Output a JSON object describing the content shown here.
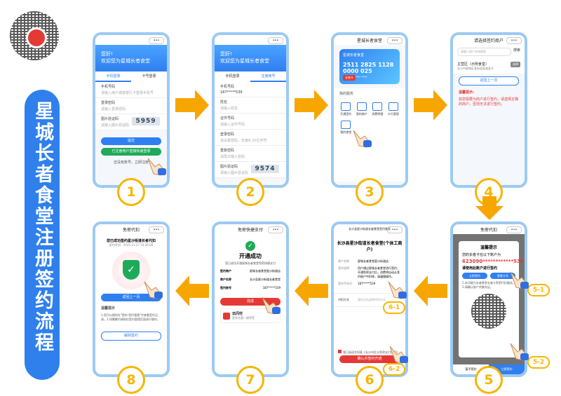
{
  "title": "星城长者食堂注册签约流程",
  "badges": [
    "1",
    "2",
    "3",
    "4",
    "5",
    "6",
    "7",
    "8"
  ],
  "sub_badges": {
    "s51": "5-1",
    "s52": "5-2",
    "s61": "6-1",
    "s62": "6-2"
  },
  "colors": {
    "accent_blue": "#2f80ed",
    "badge_orange": "#f7b500",
    "arrow_orange": "#f7a600",
    "frame": "#9ccaf3"
  },
  "p1": {
    "greet": "您好!",
    "welcome": "欢迎您为星城长者食堂",
    "tab_personal": "手机登录",
    "tab_other": "卡号登录",
    "f_phone": "手机号码",
    "f_phone_ph": "请输入用户或者银行卡登录手机号",
    "f_pwd": "登录密码",
    "f_pwd_ph": "请输入登录密码",
    "f_code": "图片验证码",
    "f_code_ph": "请输入图片验证码",
    "captcha": "5959",
    "btn_submit": "提交",
    "btn_quick": "已注册用户直接快速登录",
    "register": "还没有账号，立即注册"
  },
  "p2": {
    "greet": "您好!",
    "welcome": "欢迎您为星城长者食堂",
    "tab_a": "手机登录",
    "tab_b": "注册账号",
    "f_phone": "手机号码",
    "phone_val": "187*****539",
    "f_name": "姓名",
    "f_name_ph": "请输入姓名",
    "f_id": "证件号码",
    "f_id_ph": "请输入证件号码",
    "f_pwd": "登录密码",
    "f_pwd_ph": "请设置密码，长度8-20位字符",
    "f_pwd2": "重复密码",
    "f_pwd2_ph": "请再次输入密码",
    "f_code": "图片验证码",
    "f_code_ph": "请输入图片验证码",
    "captcha": "9574"
  },
  "p3": {
    "bar_title": "星城长者食堂",
    "card_title": "星城长者食堂",
    "card_number": "2511 2825 1128 0000 025",
    "card_holder": "长者卡号 **** ****",
    "card_tag": "长者卡",
    "section": "我的服务",
    "items": [
      "开通签约",
      "我的商户",
      "消费明细",
      "卡片管理",
      "我的食堂"
    ]
  },
  "p4": {
    "bar_title": "请选择签约商户",
    "search_ph": "请输入商户名称搜索",
    "search_btn": "搜索",
    "merchant": "主营区（示例食堂）",
    "merchant_addr": "长沙市星城区某街道某路某号",
    "merchant_tag": "选择",
    "btn_back": "返回上一页",
    "tip_title": "温馨提示:",
    "tip_body": "如您需要为商户进行签约，请选择正确的商户，否则无法进行签约。"
  },
  "p5": {
    "bar_title": "免密代扣",
    "modal_title": "温馨提示",
    "line1": "您的长者卡在以下账户为",
    "account": "623090************536",
    "line2": "请使用此账户进行签约",
    "btn_a": "立即签约",
    "btn_b": "更换卡号",
    "body": "1.本功能为长者食堂长者卡免密代扣服务，2.请确认账户余额充足。",
    "btn_cancel": "暂不签约",
    "btn_ok": "立即签约"
  },
  "p6": {
    "bar_title": "长沙县星沙街道长者食堂签约服务",
    "heading": "长沙县星沙街道长者食堂(个体工商户)",
    "r1k": "商户名称",
    "r1v": "星城长者食堂星沙街道店",
    "r2k": "签约说明",
    "r2v": "用户通过星城长者食堂进行签约，开通免密支付后，消费将自动从签约账户中扣除，请谨慎操作。",
    "r3k": "签约手机号",
    "r3v": "187*****539",
    "r4k": "代扣方式",
    "r4v": "请先点击选择代扣方式",
    "agree": "我已阅读并同意《长沙市民卡免密支付协议》",
    "btn": "确认并签约开通"
  },
  "p7": {
    "bar_title": "免密快捷支付",
    "status": "开通成功",
    "desc": "您已成功开通星城长者食堂免密快捷支付",
    "k1": "签约商户",
    "v1": "星城长者食堂星沙街道店",
    "k2": "商户名称",
    "v2": "长沙县星沙街道长者食堂",
    "k3": "签约账号",
    "v3": "187*****539",
    "btn": "完成",
    "promo_title": "云闪付",
    "promo_sub": "更多优惠一键享受"
  },
  "p8": {
    "bar_title": "免密代扣",
    "heading": "您已成功签约星沙街道长者代扣",
    "time": "签约时间：2025-11-27 10:26:08",
    "btn_back": "返回上一页",
    "tip_title": "温馨提示",
    "tips": "1.您可以随时在\"我的-签约管理\"中查看签约记录。2.如需解约请前往签约管理页面进行操作。",
    "btn_unbind": "解除签约"
  }
}
